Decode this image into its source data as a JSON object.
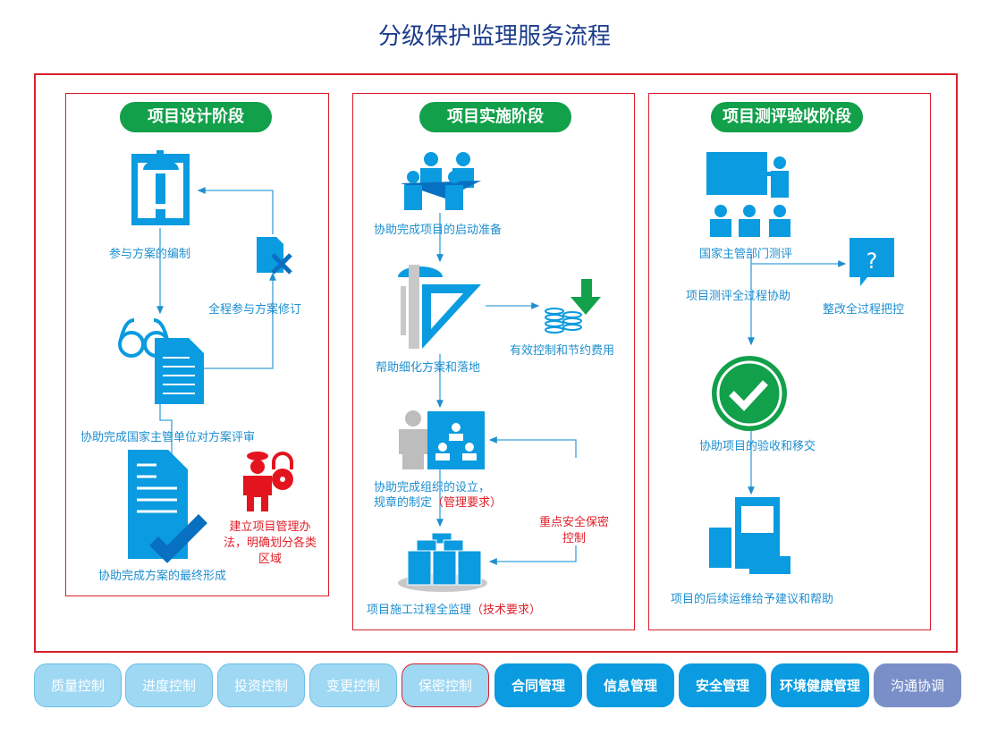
{
  "title": "分级保护监理服务流程",
  "colors": {
    "blue": "#1e8fd0",
    "red": "#e0202a",
    "green": "#12a04a",
    "frame": "#d9202b"
  },
  "stages": [
    {
      "label": "项目设计阶段",
      "steps": [
        "参与方案的编制",
        "全程参与方案修订",
        "协助完成国家主管单位对方案评审",
        "协助完成方案的最终形成"
      ],
      "note": [
        "建立项目管理办",
        "法，明确划分各类",
        "区域"
      ]
    },
    {
      "label": "项目实施阶段",
      "steps": [
        "协助完成项目的启动准备",
        "帮助细化方案和落地",
        "有效控制和节约费用",
        "协助完成组织的设立，",
        "规章的制定",
        "项目施工过程全监理"
      ],
      "red": [
        "（管理要求）",
        "（技术要求）"
      ],
      "note": [
        "重点安全保密",
        "控制"
      ]
    },
    {
      "label": "项目测评验收阶段",
      "steps": [
        "国家主管部门测评",
        "项目测评全过程协助",
        "整改全过程把控",
        "协助项目的验收和移交",
        "项目的后续运维给予建议和帮助"
      ]
    }
  ],
  "buttons": [
    "质量控制",
    "进度控制",
    "投资控制",
    "变更控制",
    "保密控制",
    "合同管理",
    "信息管理",
    "安全管理",
    "环境健康管理",
    "沟通协调"
  ],
  "icons": [
    "clipboard-alert-icon",
    "document-x-icon",
    "glasses-document-icon",
    "document-check-icon",
    "guard-lock-icon",
    "team-icon",
    "ruler-pencil-icon",
    "coins-down-icon",
    "organization-icon",
    "servers-icon",
    "presentation-icon",
    "question-bubble-icon",
    "check-circle-icon",
    "building-icon"
  ]
}
